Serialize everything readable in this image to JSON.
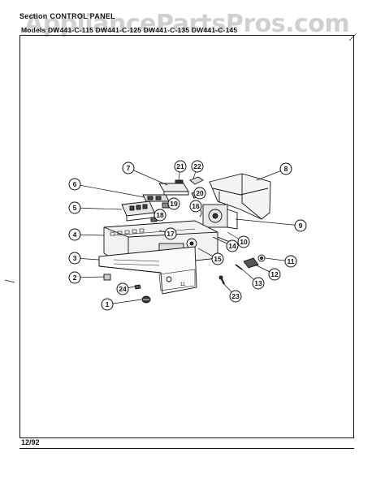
{
  "header": {
    "section_line": "Section  CONTROL PANEL",
    "models_line": "Models  DW441-C-115   DW441-C-125   DW441-C-135   DW441-C-145"
  },
  "watermark": "AppliancePartsPros.com",
  "footer": {
    "date": "12/92"
  },
  "callouts": [
    "1",
    "2",
    "3",
    "4",
    "5",
    "6",
    "7",
    "8",
    "9",
    "10",
    "11",
    "12",
    "13",
    "14",
    "15",
    "16",
    "17",
    "18",
    "19",
    "20",
    "21",
    "22",
    "23",
    "24"
  ]
}
